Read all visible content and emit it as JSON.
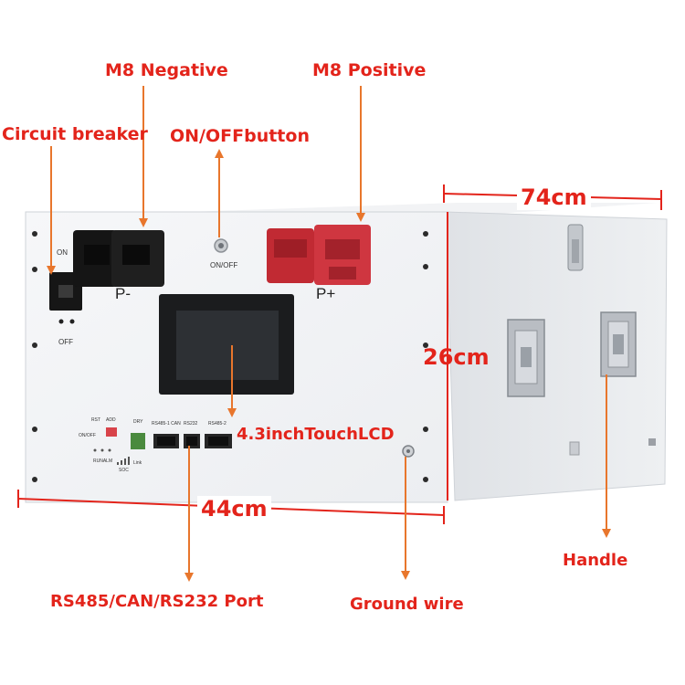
{
  "callouts": {
    "m8_negative": "M8 Negative",
    "m8_positive": "M8 Positive",
    "circuit_breaker": "Circuit breaker",
    "on_off_button": "ON/OFFbutton",
    "touch_lcd": "4.3inchTouchLCD",
    "port": "RS485/CAN/RS232 Port",
    "ground_wire": "Ground wire",
    "handle": "Handle"
  },
  "dimensions": {
    "depth": "74cm",
    "height": "26cm",
    "width": "44cm"
  },
  "panel_labels": {
    "on": "ON",
    "off": "OFF",
    "p_minus": "P-",
    "p_plus": "P+",
    "onoff": "ON/OFF",
    "rst": "RST",
    "add": "ADD",
    "dry": "DRY",
    "rs485_1_can": "RS485-1 CAN",
    "rs232": "RS232",
    "rs485_2": "RS485-2",
    "onoff_small": "ON/OFF",
    "runalm": "RUNALM",
    "soc": "SOC",
    "link": "Link"
  },
  "colors": {
    "accent": "#e3241b",
    "arrow": "#e8762c",
    "panel": "#f4f5f7",
    "side": "#e9ebee",
    "terminal_negative": "#1a1a1a",
    "terminal_positive": "#c8323a"
  }
}
